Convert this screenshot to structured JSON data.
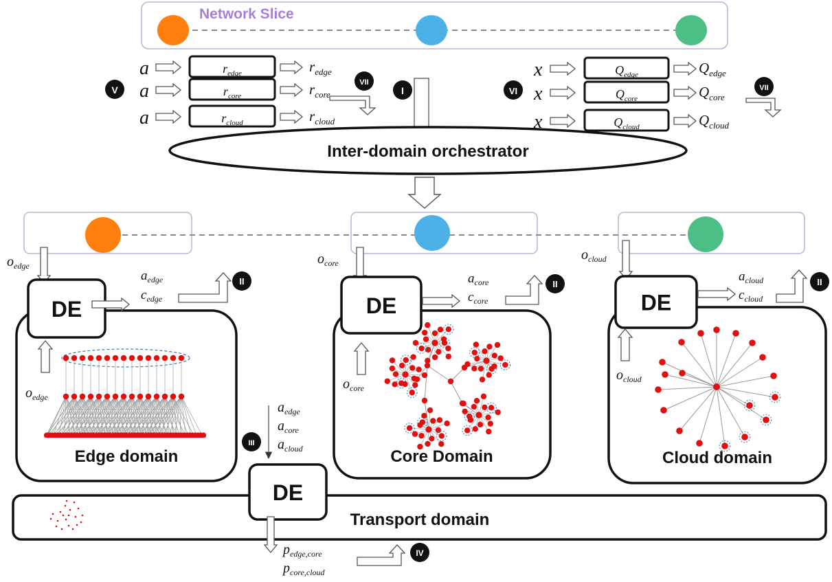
{
  "top_slice": {
    "title": "Network Slice"
  },
  "colors": {
    "edge": "#ff7f0e",
    "core": "#4cb1e6",
    "cloud": "#4cbf87",
    "slice_title": "#a67fd9",
    "node": "#e01010"
  },
  "inputs_a": {
    "rows": [
      {
        "in": "a",
        "box": "r",
        "box_sub": "edge",
        "out": "r",
        "out_sub": "edge"
      },
      {
        "in": "a",
        "box": "r",
        "box_sub": "core",
        "out": "r",
        "out_sub": "core"
      },
      {
        "in": "a",
        "box": "r",
        "box_sub": "cloud",
        "out": "r",
        "out_sub": "cloud"
      }
    ]
  },
  "inputs_x": {
    "rows": [
      {
        "in": "x",
        "box": "Q",
        "box_sub": "edge",
        "out": "Q",
        "out_sub": "edge"
      },
      {
        "in": "x",
        "box": "Q",
        "box_sub": "core",
        "out": "Q",
        "out_sub": "core"
      },
      {
        "in": "x",
        "box": "Q",
        "box_sub": "cloud",
        "out": "Q",
        "out_sub": "cloud"
      }
    ]
  },
  "badges": {
    "v": "V",
    "vi": "VI",
    "vii": "VII",
    "i": "I",
    "ii": "II",
    "iii": "III",
    "iv": "IV"
  },
  "orchestrator": {
    "label": "Inter-domain orchestrator"
  },
  "de_label": "DE",
  "domains": {
    "edge": {
      "title": "Edge domain",
      "o_top": "o",
      "o_sub": "edge",
      "a": "a",
      "a_sub": "edge",
      "c": "c",
      "c_sub": "edge"
    },
    "core": {
      "title": "Core Domain",
      "o_top": "o",
      "o_sub": "core",
      "a": "a",
      "a_sub": "core",
      "c": "c",
      "c_sub": "core"
    },
    "cloud": {
      "title": "Cloud domain",
      "o_top": "o",
      "o_sub": "cloud",
      "a": "a",
      "a_sub": "cloud",
      "c": "c",
      "c_sub": "cloud"
    }
  },
  "transport": {
    "title": "Transport domain",
    "inputs": [
      {
        "v": "a",
        "sub": "edge"
      },
      {
        "v": "a",
        "sub": "core"
      },
      {
        "v": "a",
        "sub": "cloud"
      }
    ],
    "outputs": [
      {
        "v": "p",
        "sub": "edge,core"
      },
      {
        "v": "p",
        "sub": "core,cloud"
      }
    ]
  }
}
